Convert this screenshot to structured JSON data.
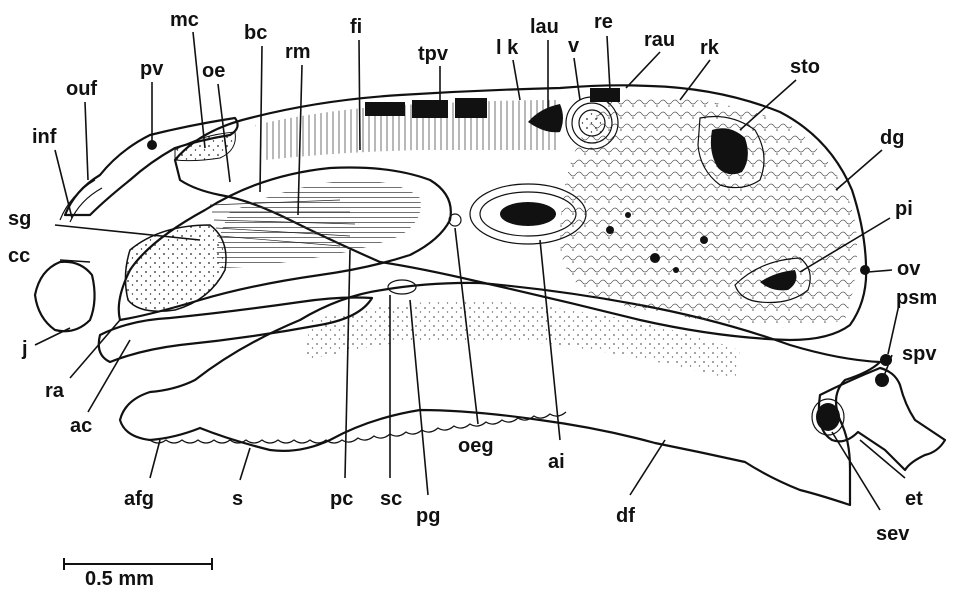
{
  "figure": {
    "labels": {
      "ouf": "ouf",
      "inf": "inf",
      "pv": "pv",
      "mc": "mc",
      "oe": "oe",
      "bc": "bc",
      "rm": "rm",
      "fi": "fi",
      "tpv": "tpv",
      "lk": "l k",
      "lau": "lau",
      "v": "v",
      "re": "re",
      "rau": "rau",
      "rk": "rk",
      "sto": "sto",
      "dg": "dg",
      "pi": "pi",
      "ov": "ov",
      "psm": "psm",
      "spv": "spv",
      "sg": "sg",
      "cc": "cc",
      "j": "j",
      "ra": "ra",
      "ac": "ac",
      "afg": "afg",
      "s": "s",
      "pc": "pc",
      "sc": "sc",
      "pg": "pg",
      "oeg": "oeg",
      "ai": "ai",
      "df": "df",
      "et": "et",
      "sev": "sev"
    },
    "scale_bar_label": "0.5 mm",
    "colors": {
      "ink": "#111111",
      "paper": "#ffffff"
    }
  }
}
